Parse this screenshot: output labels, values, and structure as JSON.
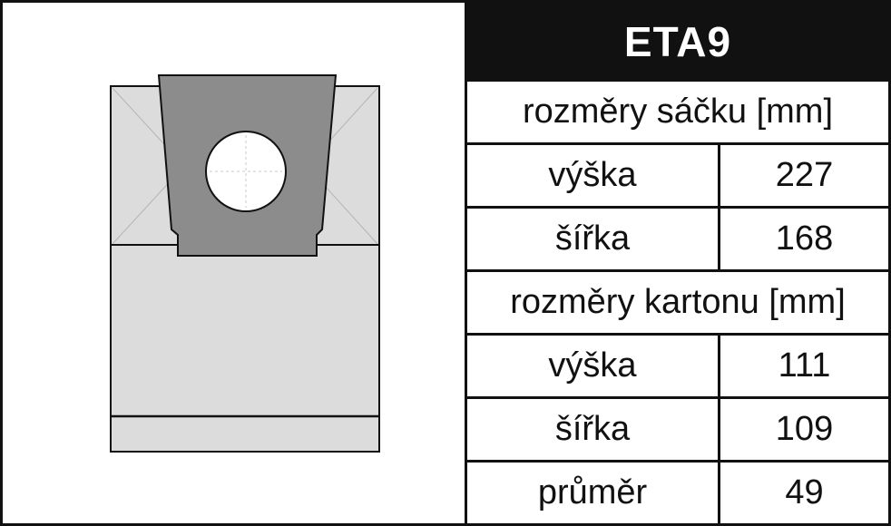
{
  "title": "ETA9",
  "colors": {
    "title_bg": "#111111",
    "title_text": "#ffffff",
    "bag_fill": "#dcdcdc",
    "collar_fill": "#8c8c8c",
    "line": "#111111"
  },
  "table": {
    "bag_header": "rozměry sáčku [mm]",
    "bag_rows": [
      {
        "label": "výška",
        "value": "227"
      },
      {
        "label": "šířka",
        "value": "168"
      }
    ],
    "carton_header": "rozměry kartonu [mm]",
    "carton_rows": [
      {
        "label": "výška",
        "value": "111"
      },
      {
        "label": "šířka",
        "value": "109"
      },
      {
        "label": "průměr",
        "value": "49"
      }
    ]
  }
}
